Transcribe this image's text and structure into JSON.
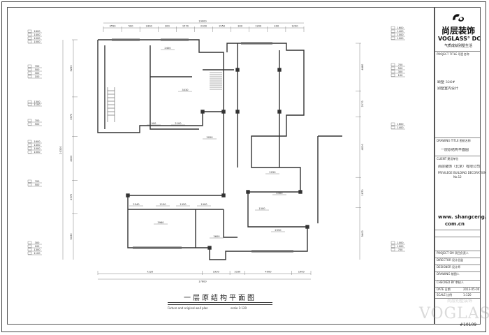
{
  "brand": {
    "name_cn": "尚层装饰",
    "name_en": "VOGLASS° DC",
    "slogan": "气质成就别墅生活"
  },
  "titleblock": {
    "project_title_label": "PROJECT TITLE 项目名称",
    "project_name": "颐墅 326#",
    "project_desc": "别墅室内设计",
    "drawing_title_label": "DRAWING TITLE 图纸名称",
    "drawing_name": "一层原结构平面图",
    "client_label": "CLIENT 建设单位",
    "company_cn": "尚层装饰（北京）有限公司",
    "company_en_1": "PRIVILEGE BUILDING DECORATION",
    "company_en_2": "No.12",
    "web_1": "www. shangceng.",
    "web_2": "com.cn",
    "project_sm_label": "PROJECT SM 项目负责人",
    "director_label": "DIRECTOR 设计总监",
    "designer_label": "DESIGNER 设计师",
    "drawing_label": "DRAWING 制图人",
    "checked_label": "CHECKED BY 审核人",
    "date_label": "DATE 日期",
    "scale_label": "SCALE 比例",
    "scale_value": "1:120",
    "date_value": "2013-05-00"
  },
  "plan": {
    "title": "一层原结构平面图",
    "subtitle": "Fixture and original wall plan",
    "scale": "scale 1:120"
  },
  "dimensions": {
    "top_total": "19000",
    "top": [
      "3550",
      "500",
      "2400",
      "300",
      "1570",
      "2300",
      "1950",
      "300",
      "1200",
      "400",
      "1200"
    ],
    "bottom_total": "17600",
    "bottom": [
      "7220",
      "1930",
      "1030",
      "4000",
      "1900"
    ],
    "left_total": "20300",
    "left": [
      "5260",
      "3670",
      "4000",
      "2970",
      "5430"
    ],
    "right": [
      "4480",
      "2170",
      "4000",
      "1870",
      "5400"
    ],
    "interior": [
      "2400",
      "3030",
      "900",
      "2100",
      "3050",
      "2540",
      "1150",
      "1950",
      "1900",
      "3960",
      "3600",
      "2550",
      "4300",
      "2250",
      "1500"
    ]
  },
  "levels": {
    "left": [
      "1600",
      "1400",
      "1000",
      "1000",
      "700",
      "500",
      "300",
      "100",
      "1300",
      "1100",
      "700",
      "500"
    ],
    "right": [
      "1600",
      "1400",
      "1000",
      "1000",
      "700",
      "500",
      "300",
      "100"
    ]
  },
  "watermark": "VOGLASS° DC",
  "watermark_small": "尚层别墅装饰",
  "drawing_code": "#10109"
}
